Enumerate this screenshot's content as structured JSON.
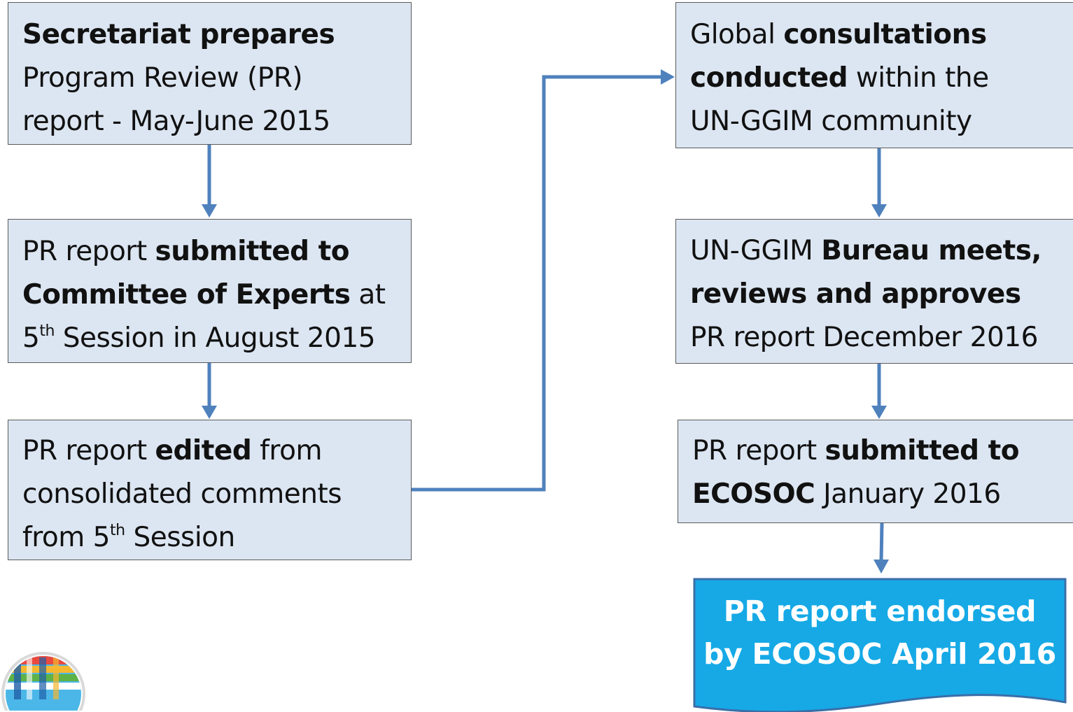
{
  "diagram": {
    "boxes": [
      {
        "line1": {
          "b": "Secretariat prepares"
        },
        "line2": {
          "t": "Program Review (PR)"
        },
        "line3": {
          "t": "report  - May-June 2015"
        }
      },
      {
        "line1": {
          "t": "PR report ",
          "b": "submitted to"
        },
        "line2": {
          "b": "Committee of Experts",
          "t": " at"
        },
        "line3": {
          "t1": "5",
          "sup": "th",
          "t2": " Session in August 2015"
        }
      },
      {
        "line1": {
          "t1": "PR report ",
          "b": "edited",
          "t2": " from"
        },
        "line2": {
          "t": "consolidated comments"
        },
        "line3": {
          "t1": "from 5",
          "sup": "th",
          "t2": " Session"
        }
      },
      {
        "line1": {
          "t": "Global ",
          "b": "consultations"
        },
        "line2": {
          "b": "conducted",
          "t": " within the"
        },
        "line3": {
          "t": "UN-GGIM community"
        }
      },
      {
        "line1": {
          "t": "UN-GGIM ",
          "b": "Bureau meets,"
        },
        "line2": {
          "b": "reviews and approves"
        },
        "line3": {
          "t": "PR report December 2016"
        }
      },
      {
        "line1": {
          "t": "PR report ",
          "b": "submitted to"
        },
        "line2": {
          "b": "ECOSOC",
          "t": " January 2016"
        }
      }
    ],
    "final": {
      "line1": "PR report endorsed",
      "line2": "by ECOSOC April 2016"
    },
    "colors": {
      "box_fill": "#dce6f2",
      "box_border": "#5a5a5a",
      "connector": "#4f81bd",
      "final_fill": "#16a9e6",
      "final_text": "#ffffff"
    }
  }
}
